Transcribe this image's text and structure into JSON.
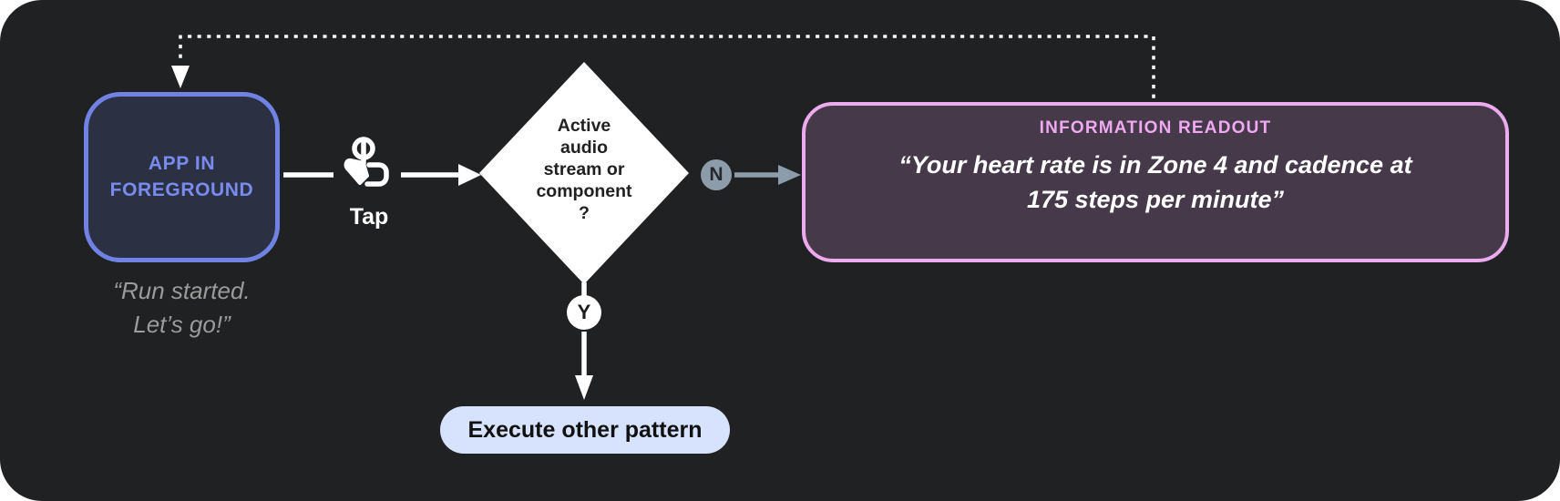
{
  "diagram": {
    "app_node": {
      "label": "APP IN FOREGROUND",
      "quote": "“Run started.\nLet’s go!”"
    },
    "tap": {
      "label": "Tap",
      "icon": "tap-gesture-icon"
    },
    "decision": {
      "label": "Active\naudio\nstream or\ncomponent\n?"
    },
    "no_branch": {
      "label": "N"
    },
    "yes_branch": {
      "label": "Y"
    },
    "readout": {
      "title": "INFORMATION READOUT",
      "quote": "“Your heart rate is in Zone 4 and cadence at\n175 steps per minute”"
    },
    "execute_node": {
      "label": "Execute other pattern"
    }
  },
  "colors": {
    "canvas_bg": "#202122",
    "app_node_border": "#7082e4",
    "app_node_fill": "#2b3143",
    "app_node_text": "#7a8bf0",
    "quote_gray": "#9b9b9b",
    "diamond_fill": "#ffffff",
    "no_branch_gray": "#8c9cab",
    "readout_border": "#ecabee",
    "readout_fill": "#463a4a",
    "readout_title_pink": "#efa9f1",
    "execute_pill_fill": "#d7e3fd",
    "connector_white": "#ffffff"
  }
}
